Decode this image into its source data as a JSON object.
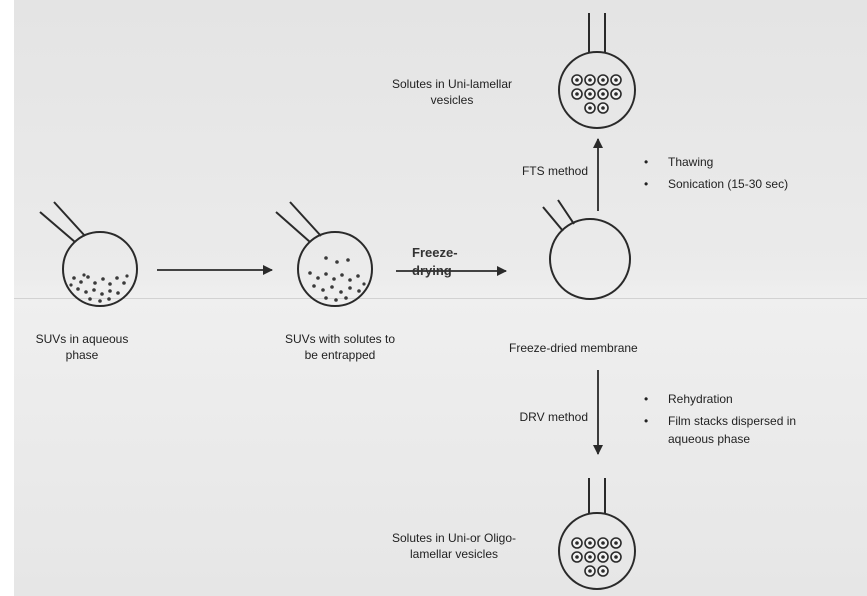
{
  "top_caption": "(    )",
  "labels": {
    "suvs_aqueous": "SUVs in aqueous\nphase",
    "suvs_solutes": "SUVs with solutes to\nbe entrapped",
    "freeze_drying": "Freeze-\ndrying",
    "freeze_dried_membrane": "Freeze-dried membrane",
    "solutes_uni": "Solutes in Uni-lamellar\nvesicles",
    "fts_method": "FTS method",
    "thawing": "Thawing",
    "sonication": "Sonication (15-30 sec)",
    "drv_method": "DRV method",
    "rehydration": "Rehydration",
    "film_stacks": "Film stacks dispersed in\naqueous phase",
    "solutes_oligo": "Solutes in Uni-or Oligo-\nlamellar vesicles"
  }
}
